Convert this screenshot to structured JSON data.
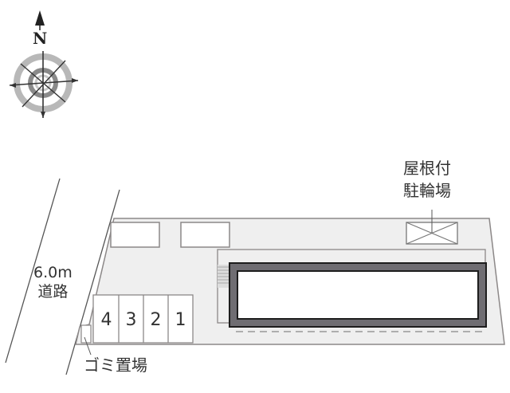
{
  "compass": {
    "north_label": "N",
    "icon": "compass-rose-icon"
  },
  "road": {
    "width_label": "6.0m",
    "name_label": "道路"
  },
  "bicycle_parking": {
    "line1": "屋根付",
    "line2": "駐輪場"
  },
  "trash_area": {
    "label": "ゴミ置場"
  },
  "parking_slots": [
    {
      "number": "4"
    },
    {
      "number": "3"
    },
    {
      "number": "2"
    },
    {
      "number": "1"
    }
  ],
  "colors": {
    "lot_fill": "#efefef",
    "outline": "#8c8888",
    "building_wall": "#6f6d72",
    "text": "#333333"
  }
}
